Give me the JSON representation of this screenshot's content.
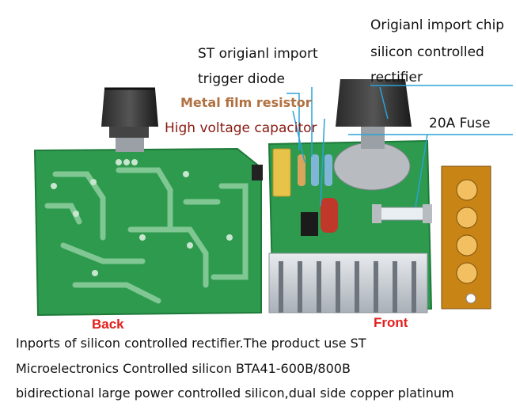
{
  "annotations": {
    "trigger_diode_line1": "ST origianl import",
    "trigger_diode_line2": "trigger diode",
    "chip_line1": "Origianl import chip",
    "chip_line2": "silicon controlled",
    "chip_line3": "rectifier",
    "resistor": "Metal film resistor",
    "capacitor": "High voltage capacitor",
    "fuse": "20A Fuse"
  },
  "board_labels": {
    "back": "Back",
    "front": "Front"
  },
  "caption": {
    "line1": "Inports of silicon controlled rectifier.The product use ST",
    "line2": "Microelectronics Controlled silicon BTA41-600B/800B",
    "line3": "bidirectional large power controlled silicon,dual side copper platinum"
  },
  "colors": {
    "pcb": "#2e9a4e",
    "trace": "#8fd0a0",
    "callout_line": "#29a3d8",
    "label_red": "#e0201c"
  }
}
